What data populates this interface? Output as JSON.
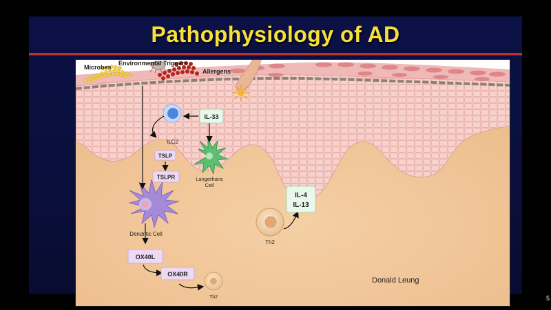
{
  "slide": {
    "title": "Pathophysiology of AD",
    "number": "5"
  },
  "diagram": {
    "labels": {
      "microbes": "Microbes",
      "environmental_triggers": "Environmental Triggers",
      "allergens": "Allergens",
      "ilc2": "ILC2",
      "tslp": "TSLP",
      "tslpr": "TSLPR",
      "il33": "IL-33",
      "langerhans_line1": "Langerhans",
      "langerhans_line2": "Cell",
      "dendritic_cell": "Dendritic Cell",
      "ox40l": "OX40L",
      "ox40r": "OX40R",
      "th2_small": "Th2",
      "th2_large": "Th2",
      "il4": "IL-4",
      "il13": "IL-13",
      "credit": "Donald Leung"
    },
    "colors": {
      "title": "#f7e03a",
      "title_rule": "#c0302b",
      "dermis": "#f1c79a",
      "epidermis": "#f3c4bf",
      "stratum_corneum": "#e78f8f",
      "microbes": "#f2cc47",
      "allergens": "#b3261e",
      "cytokine_box": "#e9f8ea",
      "receptor_box": "#eed9f5",
      "dendritic_cell": "#a48ad8",
      "langerhans_cell": "#3fb45a",
      "ilc2": "#4d84e0"
    },
    "icons": [
      "finger-icon",
      "dust-mite-icon",
      "injury-spark-icon"
    ]
  }
}
